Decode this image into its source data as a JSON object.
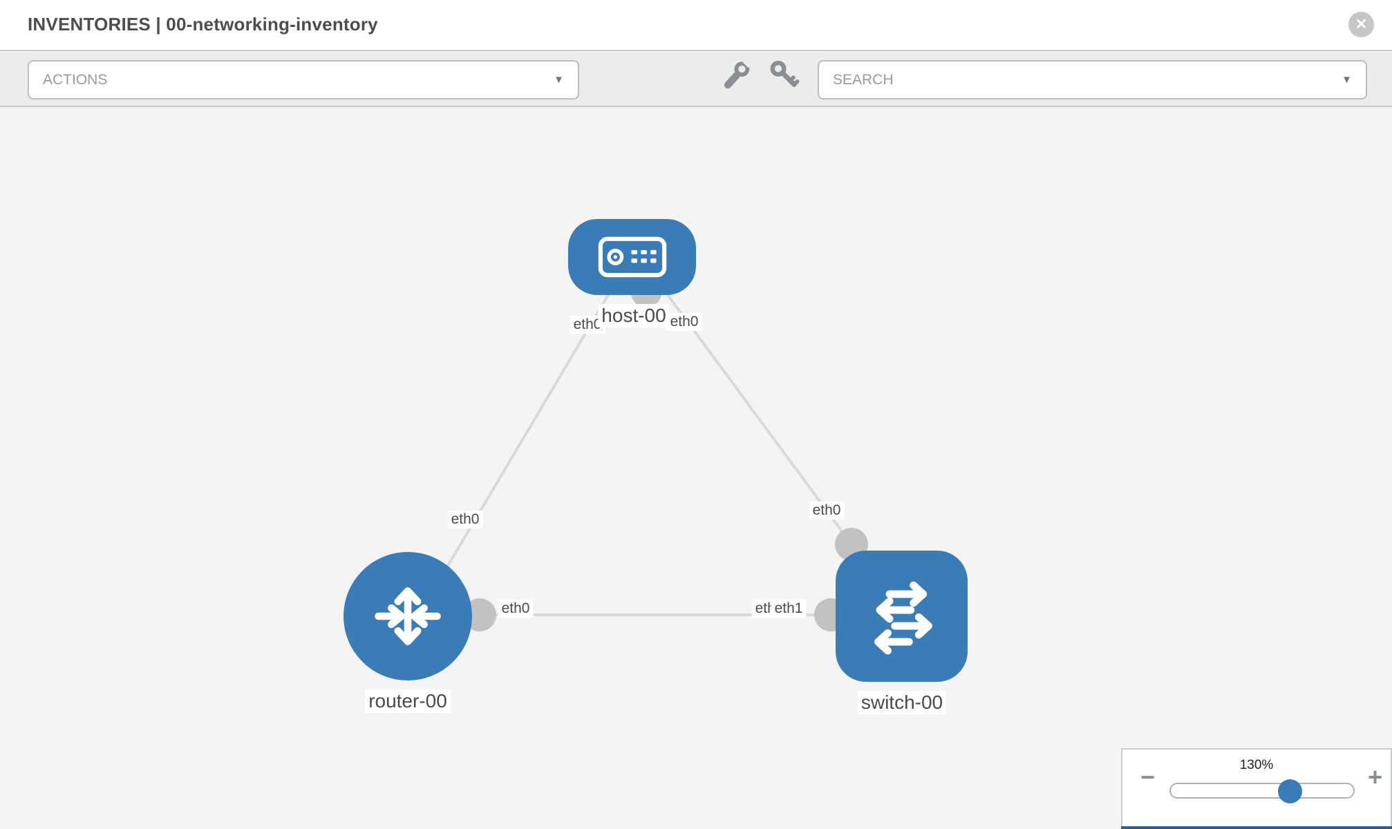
{
  "header": {
    "title": "INVENTORIES | 00-networking-inventory",
    "close_icon": "✕"
  },
  "toolbar": {
    "actions": {
      "value": "ACTIONS",
      "caret": "▼"
    },
    "search": {
      "value": "SEARCH",
      "caret": "▼"
    },
    "icons": [
      "wrench-icon",
      "key-icon"
    ]
  },
  "topology": {
    "nodes": [
      {
        "label": "host-00",
        "type": "host"
      },
      {
        "label": "router-00",
        "type": "router"
      },
      {
        "label": "switch-00",
        "type": "switch"
      }
    ],
    "links": [
      {
        "from": "host-00",
        "to": "router-00",
        "from_port": "eth0",
        "to_port": "eth0"
      },
      {
        "from": "host-00",
        "to": "switch-00",
        "from_port": "eth0",
        "to_port": "eth0"
      },
      {
        "from": "router-00",
        "to": "switch-00",
        "from_port": "eth0",
        "to_port": "eth1"
      }
    ],
    "ports": [
      {
        "label": "eth0"
      },
      {
        "label": "eth0"
      },
      {
        "label": "eth0"
      },
      {
        "label": "eth0"
      },
      {
        "label": "eth0"
      },
      {
        "label": "eth0"
      },
      {
        "label": "eth1"
      }
    ]
  },
  "zoom_control": {
    "level": "130%",
    "minus": "−",
    "plus": "+"
  },
  "colors": {
    "node_blue": "#3a7cb8",
    "link_gray": "#d9d9d9",
    "dot_gray": "#c2c2c2",
    "toolbar_bg": "#ececec",
    "canvas_bg": "#f4f4f4"
  }
}
